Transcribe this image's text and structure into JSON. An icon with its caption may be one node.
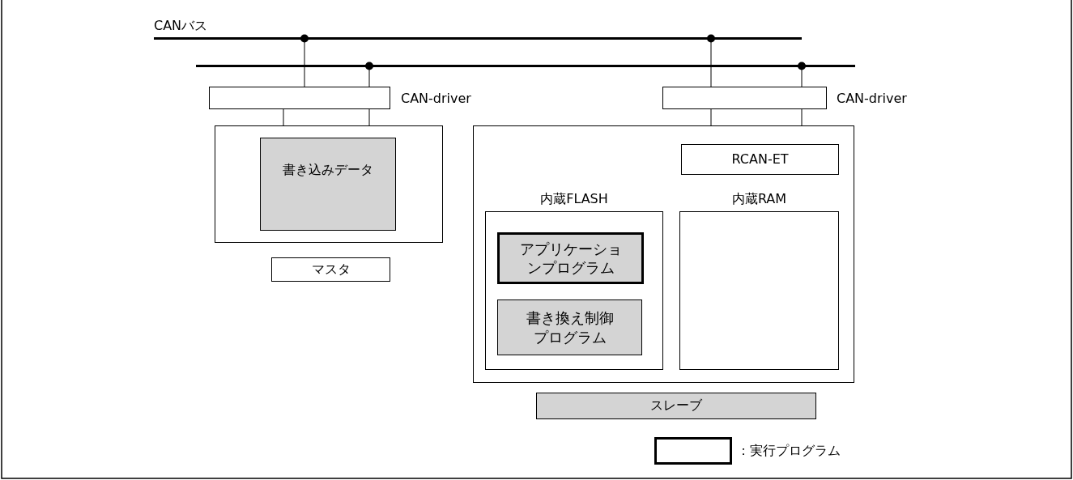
{
  "diagram": {
    "nodes": [
      {
        "text": [],
        "shape": "bar"
      },
      {
        "text": [],
        "shape": "bar"
      },
      {
        "text": [],
        "shape": "box",
        "beside": [
          "CAN-driver"
        ]
      },
      {
        "text": [],
        "shape": "box",
        "beside": [
          "CAN-driver"
        ]
      },
      {
        "text": [],
        "shape": "box"
      },
      {
        "text": [
          "書き込みデータ"
        ],
        "in": 4
      },
      {
        "text": [
          "マスタ"
        ]
      },
      {
        "text": [],
        "shape": "box"
      },
      {
        "text": [
          "RCAN-ET"
        ],
        "in": 7
      },
      {
        "text": [
          "内蔵FLASH"
        ],
        "in": 7
      },
      {
        "text": [
          "アプリケーションプログラム"
        ],
        "in": 9
      },
      {
        "text": [
          "書き換え制御プログラム"
        ],
        "in": 9
      },
      {
        "text": [
          "内蔵RAM"
        ],
        "in": 7
      },
      {
        "text": [
          "スレーブ"
        ]
      }
    ],
    "edges": [
      {
        "from": 0,
        "to": 2,
        "arrow": "other"
      },
      {
        "from": 1,
        "to": 2,
        "arrow": "other"
      },
      {
        "from": 2,
        "to": 4,
        "arrow": "none"
      },
      {
        "from": 2,
        "to": 4,
        "arrow": "none"
      },
      {
        "from": 0,
        "to": 3,
        "arrow": "other"
      },
      {
        "from": 1,
        "to": 3,
        "arrow": "other"
      },
      {
        "from": 3,
        "to": 7,
        "arrow": "none"
      },
      {
        "from": 3,
        "to": 7,
        "arrow": "none"
      }
    ],
    "labels": [
      "CANバス"
    ],
    "legend": [
      {
        "text": "：実行プログラム"
      }
    ]
  }
}
